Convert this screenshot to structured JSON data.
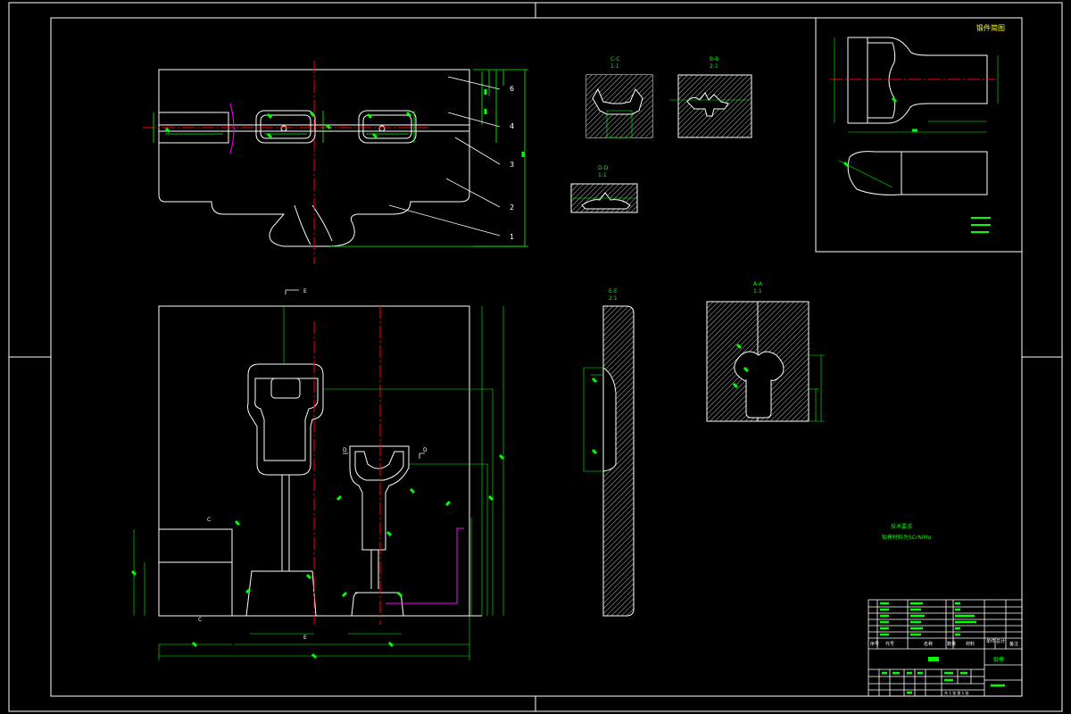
{
  "colors": {
    "background": "#000000",
    "outline": "#ffffff",
    "dimension": "#00ff00",
    "centerline": "#ff0000",
    "parting": "#ff00ff",
    "hatch": "#cccccc",
    "label": "#ffff00",
    "note": "#00ff00"
  },
  "top_view": {
    "part_numbers": [
      "6",
      "4",
      "3",
      "2",
      "1"
    ]
  },
  "sections": {
    "cc": {
      "title": "C-C",
      "scale": "1:1"
    },
    "bb": {
      "title": "B-B",
      "scale": "2:1"
    },
    "dd": {
      "title": "D-D",
      "scale": "1:1"
    },
    "ee": {
      "title": "E-E",
      "scale": "2:1"
    },
    "aa": {
      "title": "A-A",
      "scale": "1:1"
    }
  },
  "front_view": {
    "section_marks": [
      "E",
      "E",
      "D",
      "D",
      "C",
      "C"
    ]
  },
  "inset": {
    "title": "锻件简图"
  },
  "notes": {
    "title": "技术要求",
    "line1": "锻模材料为5CrNiMo"
  },
  "title_block": {
    "header": [
      "序号",
      "代号",
      "名称",
      "数量",
      "材料",
      "单件",
      "总计",
      "备注"
    ],
    "drawing_name": "锻模",
    "drawing_code": "",
    "sheet": "共 1 张  第 1 张"
  }
}
